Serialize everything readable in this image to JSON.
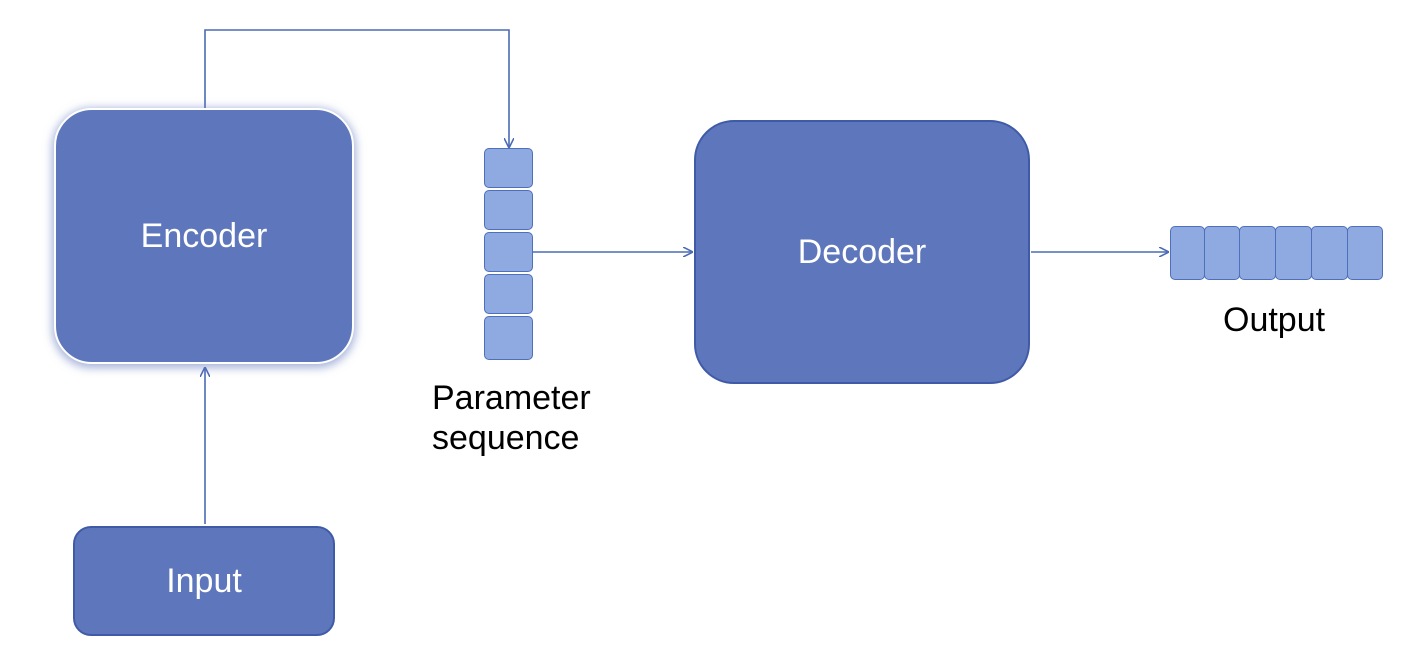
{
  "diagram": {
    "encoder_label": "Encoder",
    "decoder_label": "Decoder",
    "input_label": "Input",
    "parameter_label_line1": "Parameter",
    "parameter_label_line2": "sequence",
    "output_label": "Output",
    "parameter_cells": 5,
    "output_cells": 6
  },
  "colors": {
    "box_fill": "#5e76bc",
    "box_border": "#3f5aa7",
    "cell_fill": "#8fa9e1",
    "cell_border": "#4e6fba",
    "arrow": "#4b6bb6"
  }
}
